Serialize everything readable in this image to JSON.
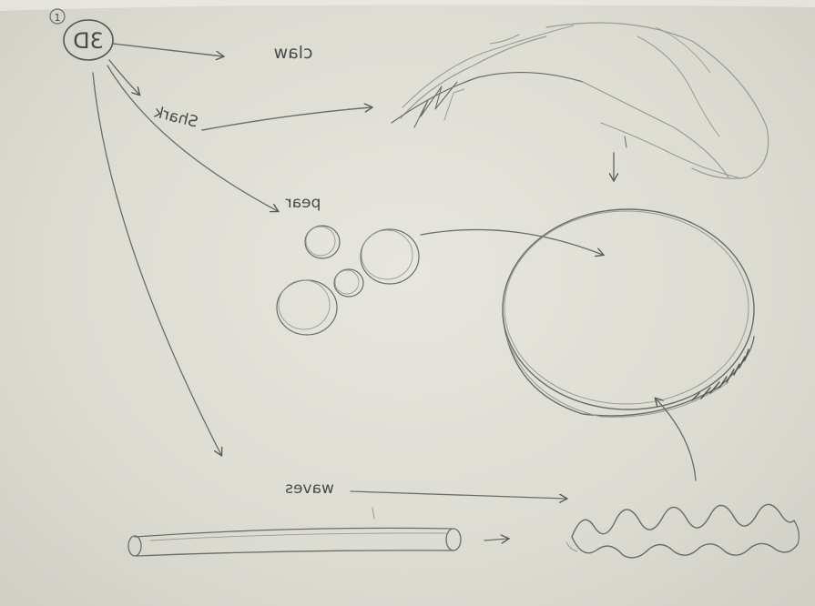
{
  "sketch": {
    "step_number": "1",
    "center_label": "3D",
    "labels": {
      "claw": "claw",
      "shark": "Shark",
      "pear": "pear",
      "waves": "waves"
    }
  }
}
